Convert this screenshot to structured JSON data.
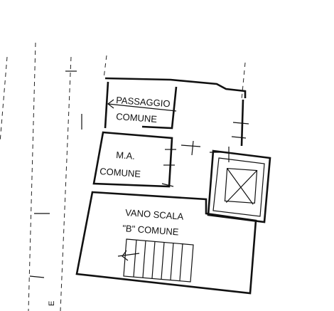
{
  "plan": {
    "rooms": {
      "passaggio": {
        "line1": "PASSAGGIO",
        "line2": "COMUNE"
      },
      "ma": {
        "line1": "M.A.",
        "line2": "COMUNE"
      },
      "vano": {
        "line1": "VANO SCALA",
        "line2": "\"B\" COMUNE"
      }
    },
    "edge_label": "E"
  }
}
